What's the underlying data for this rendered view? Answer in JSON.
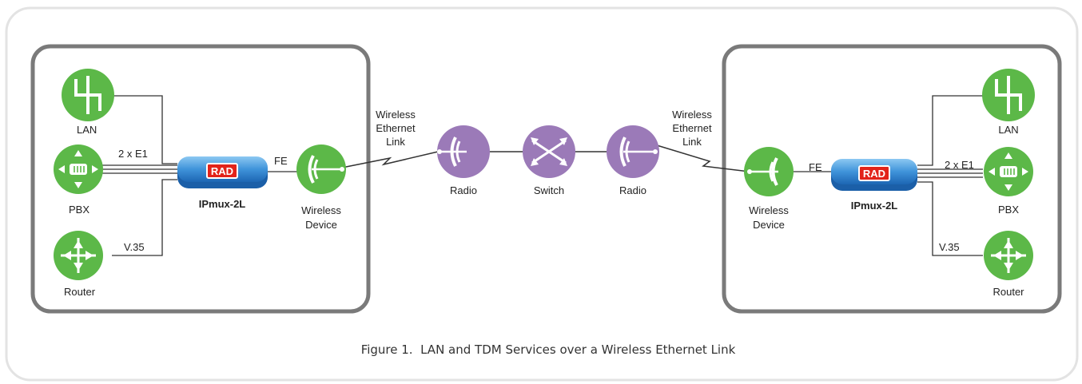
{
  "caption": "Figure 1.  LAN and TDM Services over a Wireless Ethernet Link",
  "left_site": {
    "lan": "LAN",
    "pbx": "PBX",
    "router": "Router",
    "e1_link": "2 x E1",
    "v35_link": "V.35",
    "fe_link": "FE",
    "device": "IPmux-2L",
    "device_logo": "RAD",
    "wireless_line1": "Wireless",
    "wireless_line2": "Device"
  },
  "right_site": {
    "lan": "LAN",
    "pbx": "PBX",
    "router": "Router",
    "e1_link": "2 x E1",
    "v35_link": "V.35",
    "fe_link": "FE",
    "device": "IPmux-2L",
    "device_logo": "RAD",
    "wireless_line1": "Wireless",
    "wireless_line2": "Device"
  },
  "network": {
    "radio_left": "Radio",
    "switch": "Switch",
    "radio_right": "Radio",
    "link_left": [
      "Wireless",
      "Ethernet",
      "Link"
    ],
    "link_right": [
      "Wireless",
      "Ethernet",
      "Link"
    ]
  },
  "colors": {
    "green_node": "#5cb848",
    "purple_node": "#9b7ab8",
    "device_blue": "#2f86d6",
    "logo_red": "#e2231a",
    "frame_gray": "#7a7a7a"
  }
}
